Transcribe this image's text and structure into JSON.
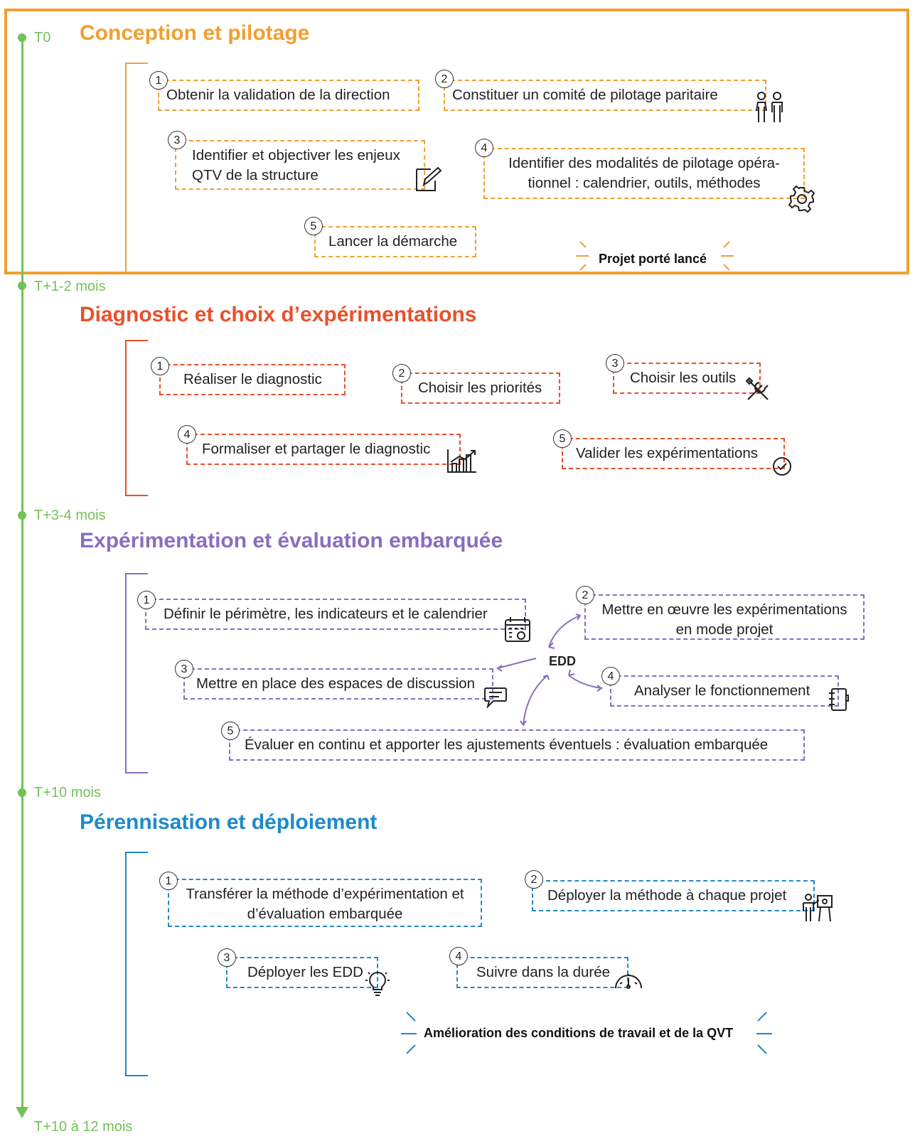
{
  "timeline": {
    "t0": "T0",
    "t1": "T+1-2 mois",
    "t2": "T+3-4 mois",
    "t3": "T+10 mois",
    "t4": "T+10 à 12 mois"
  },
  "phases": {
    "p1": {
      "title": "Conception et pilotage",
      "color": "#f0a030",
      "steps": [
        "Obtenir la validation de la direction",
        "Constituer un comité de pilotage paritaire",
        "Identifier et objectiver les enjeux QTV de la structure",
        "Identifier des modalités de pilotage opéra-tionnel : calendrier, outils, méthodes",
        "Lancer la démarche"
      ],
      "outcome": "Projet porté lancé"
    },
    "p2": {
      "title": "Diagnostic et choix d’expérimentations",
      "color": "#e8502a",
      "steps": [
        "Réaliser le diagnostic",
        "Choisir les priorités",
        "Choisir les outils",
        "Formaliser et partager le diagnostic",
        "Valider les expérimentations"
      ]
    },
    "p3": {
      "title": "Expérimentation et évaluation embarquée",
      "color": "#8a6dbf",
      "steps": [
        "Définir le périmètre, les indicateurs et le calendrier",
        "Mettre en œuvre les expérimentations en mode projet",
        "Mettre en place des espaces de discussion",
        "Analyser le fonctionnement",
        "Évaluer en continu et apporter les ajustements éventuels : évaluation embarquée"
      ],
      "hub": "EDD"
    },
    "p4": {
      "title": "Pérennisation et déploiement",
      "color": "#1d8ac9",
      "steps": [
        "Transférer la méthode d’expérimentation et d’évaluation embarquée",
        "Déployer la méthode à chaque projet",
        "Déployer les EDD",
        "Suivre dans la durée"
      ],
      "outcome": "Amélioration des conditions de travail et de la QVT"
    }
  },
  "numbers": [
    "1",
    "2",
    "3",
    "4",
    "5"
  ],
  "icons": [
    "people-icon",
    "edit-icon",
    "gear-icon",
    "tools-icon",
    "chart-icon",
    "check-icon",
    "calendar-icon",
    "chat-icon",
    "notebook-icon",
    "presentation-icon",
    "lightbulb-icon",
    "gauge-icon"
  ]
}
